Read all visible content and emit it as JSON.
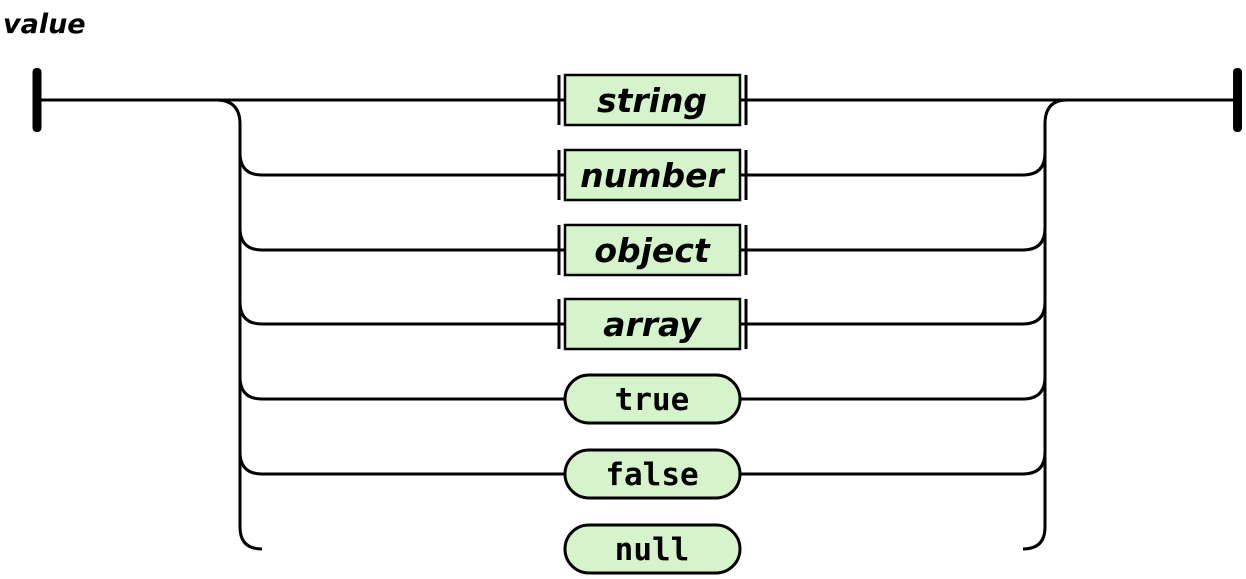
{
  "title": "value",
  "colors": {
    "node_fill": "#d6f4cc",
    "line": "#000000",
    "background": "#ffffff"
  },
  "branches": [
    {
      "label": "string",
      "kind": "non-terminal"
    },
    {
      "label": "number",
      "kind": "non-terminal"
    },
    {
      "label": "object",
      "kind": "non-terminal"
    },
    {
      "label": "array",
      "kind": "non-terminal"
    },
    {
      "label": "true",
      "kind": "terminal"
    },
    {
      "label": "false",
      "kind": "terminal"
    },
    {
      "label": "null",
      "kind": "terminal"
    }
  ]
}
